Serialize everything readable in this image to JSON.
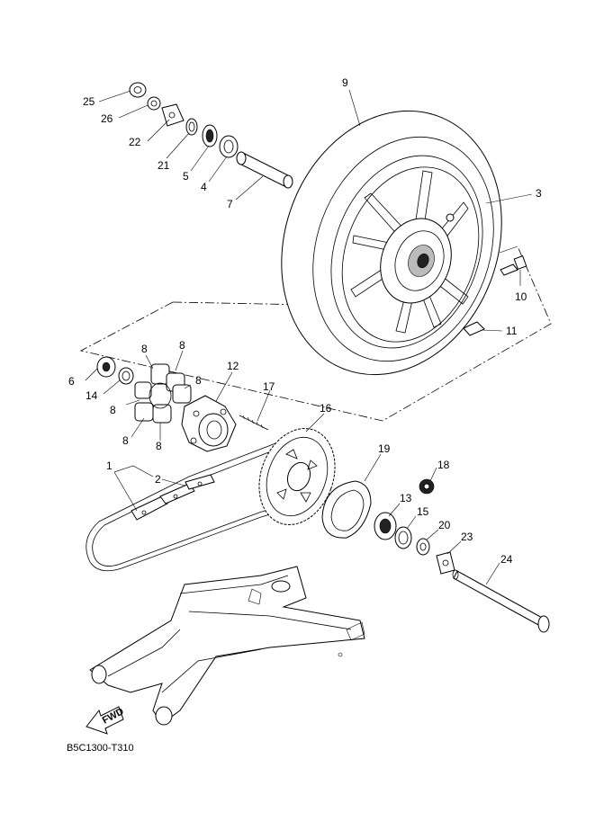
{
  "diagram_code": "B5C1300-T310",
  "fwd_text": "FWD",
  "parts": {
    "p1": "1",
    "p2": "2",
    "p3": "3",
    "p4": "4",
    "p5": "5",
    "p6": "6",
    "p7": "7",
    "p8": "8",
    "p9": "9",
    "p10": "10",
    "p11": "11",
    "p12": "12",
    "p13": "13",
    "p14": "14",
    "p15": "15",
    "p16": "16",
    "p17": "17",
    "p18": "18",
    "p19": "19",
    "p20": "20",
    "p21": "21",
    "p22": "22",
    "p23": "23",
    "p24": "24",
    "p25": "25",
    "p26": "26"
  }
}
